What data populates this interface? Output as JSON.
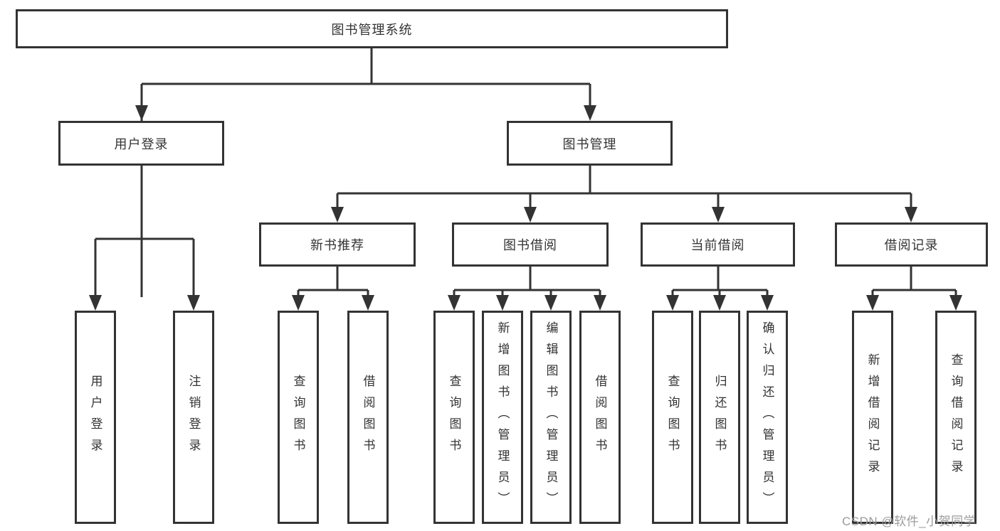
{
  "diagram": {
    "root": {
      "label": "图书管理系统"
    },
    "branches": [
      {
        "label": "用户登录",
        "children": [
          {
            "label": "用户登录"
          },
          {
            "label": "注销登录"
          }
        ]
      },
      {
        "label": "图书管理",
        "children": [
          {
            "label": "新书推荐",
            "children": [
              {
                "label": "查询图书"
              },
              {
                "label": "借阅图书"
              }
            ]
          },
          {
            "label": "图书借阅",
            "children": [
              {
                "label": "查询图书"
              },
              {
                "label": "新增图书（管理员）"
              },
              {
                "label": "编辑图书（管理员）"
              },
              {
                "label": "借阅图书"
              }
            ]
          },
          {
            "label": "当前借阅",
            "children": [
              {
                "label": "查询图书"
              },
              {
                "label": "归还图书"
              },
              {
                "label": "确认归还（管理员）"
              }
            ]
          },
          {
            "label": "借阅记录",
            "children": [
              {
                "label": "新增借阅记录"
              },
              {
                "label": "查询借阅记录"
              }
            ]
          }
        ]
      }
    ]
  },
  "watermark": {
    "text": "CSDN @软件_小贺同学"
  },
  "colors": {
    "line": "#333333",
    "text": "#333333",
    "box_background": "#ffffff",
    "watermark": "#9b9b9b",
    "background": "#ffffff"
  }
}
